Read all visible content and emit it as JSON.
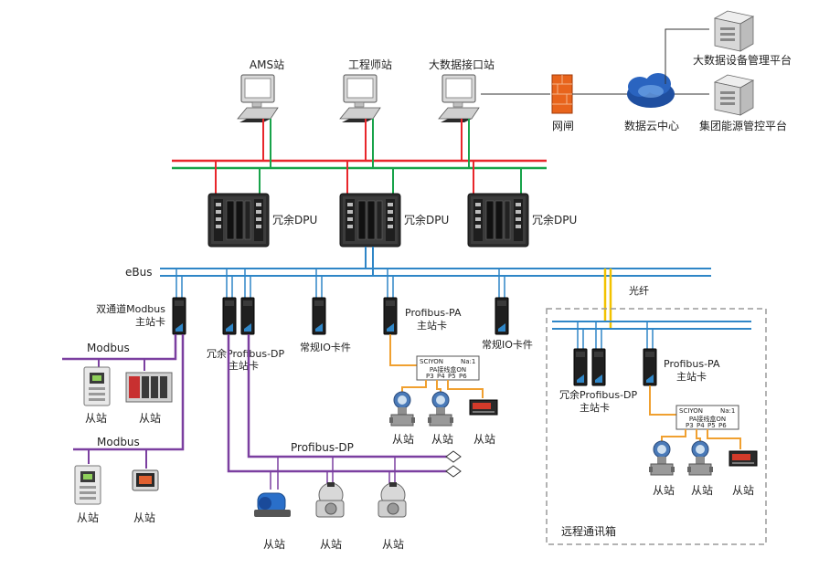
{
  "colors": {
    "red_bus": "#e8262b",
    "green_bus": "#18a34a",
    "ebus": "#2f86c7",
    "purple": "#7b3fa0",
    "orange": "#f0a030",
    "fiber": "#f2c200",
    "box_border": "#9a9a9a"
  },
  "workstations": [
    {
      "label": "AMS站",
      "icon": "computer-icon"
    },
    {
      "label": "工程师站",
      "icon": "computer-icon"
    },
    {
      "label": "大数据接口站",
      "icon": "computer-icon"
    }
  ],
  "gateway": {
    "label": "网闸",
    "icon": "firewall-icon"
  },
  "cloud": {
    "label": "数据云中心",
    "icon": "cloud-icon"
  },
  "platforms": [
    {
      "label": "大数据设备管理平台",
      "icon": "server-icon"
    },
    {
      "label": "集团能源管控平台",
      "icon": "server-icon"
    }
  ],
  "dpus": [
    {
      "label": "冗余DPU"
    },
    {
      "label": "冗余DPU"
    },
    {
      "label": "冗余DPU"
    }
  ],
  "ebus_label": "eBus",
  "fiber_label": "光纤",
  "cards": {
    "modbus_master": "双通道Modbus\n主站卡",
    "profibus_dp": "冗余Profibus-DP\n主站卡",
    "io_1": "常规IO卡件",
    "profibus_pa": "Profibus-PA\n主站卡",
    "io_2": "常规IO卡件"
  },
  "bus_labels": {
    "modbus_1": "Modbus",
    "modbus_2": "Modbus",
    "profibus_dp": "Profibus-DP"
  },
  "pa_junction": {
    "brand": "SCIYON",
    "model": "Na:1",
    "title": "PA接线盒ON",
    "ports": [
      "P3",
      "P4",
      "P5",
      "P6"
    ]
  },
  "slave_label": "从站",
  "remote_box": {
    "title": "远程通讯箱",
    "profibus_dp": "冗余Profibus-DP\n主站卡",
    "profibus_pa": "Profibus-PA\n主站卡"
  }
}
